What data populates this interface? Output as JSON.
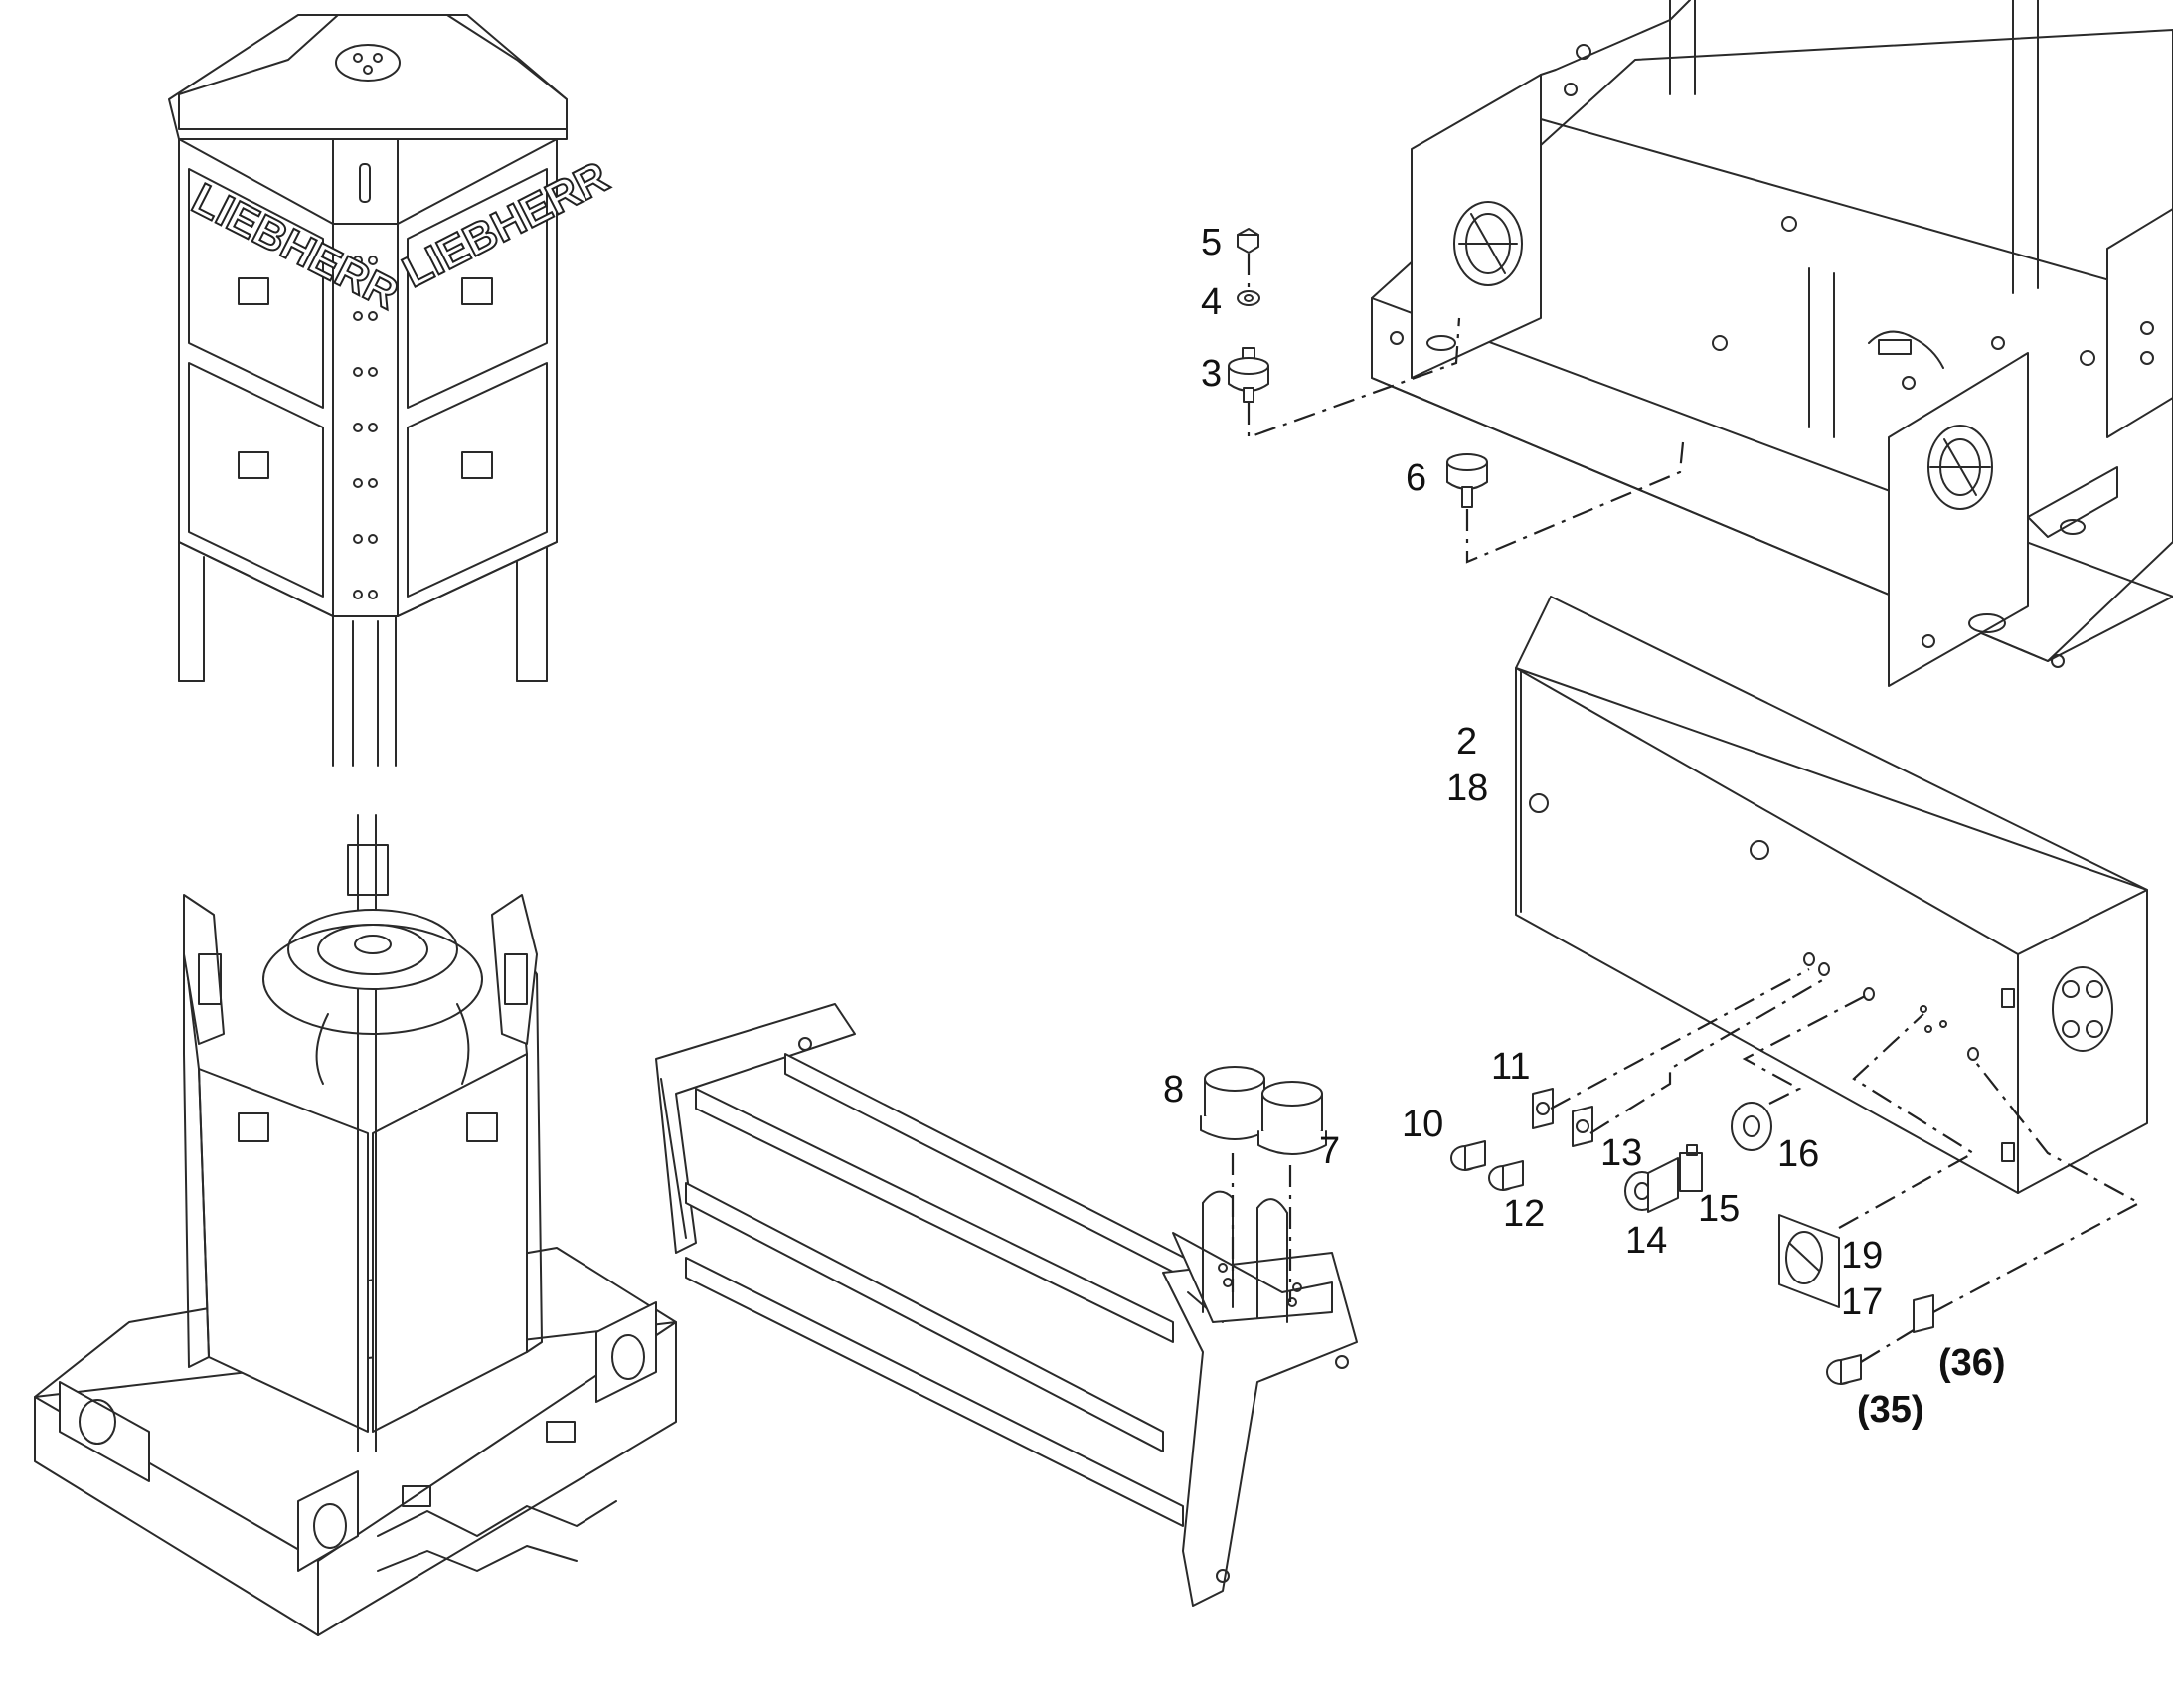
{
  "diagram": {
    "brand_labels": [
      "LIEBHERR",
      "LIEBHERR"
    ],
    "callouts": [
      {
        "id": "c5",
        "text": "5"
      },
      {
        "id": "c4",
        "text": "4"
      },
      {
        "id": "c3",
        "text": "3"
      },
      {
        "id": "c6",
        "text": "6"
      },
      {
        "id": "c2",
        "text": "2"
      },
      {
        "id": "c18",
        "text": "18"
      },
      {
        "id": "c8",
        "text": "8"
      },
      {
        "id": "c7",
        "text": "7"
      },
      {
        "id": "c11",
        "text": "11"
      },
      {
        "id": "c10",
        "text": "10"
      },
      {
        "id": "c13",
        "text": "13"
      },
      {
        "id": "c12",
        "text": "12"
      },
      {
        "id": "c16",
        "text": "16"
      },
      {
        "id": "c15",
        "text": "15"
      },
      {
        "id": "c14",
        "text": "14"
      },
      {
        "id": "c19",
        "text": "19"
      },
      {
        "id": "c17",
        "text": "17"
      },
      {
        "id": "c36",
        "text": "(36)"
      },
      {
        "id": "c35",
        "text": "(35)"
      }
    ]
  }
}
